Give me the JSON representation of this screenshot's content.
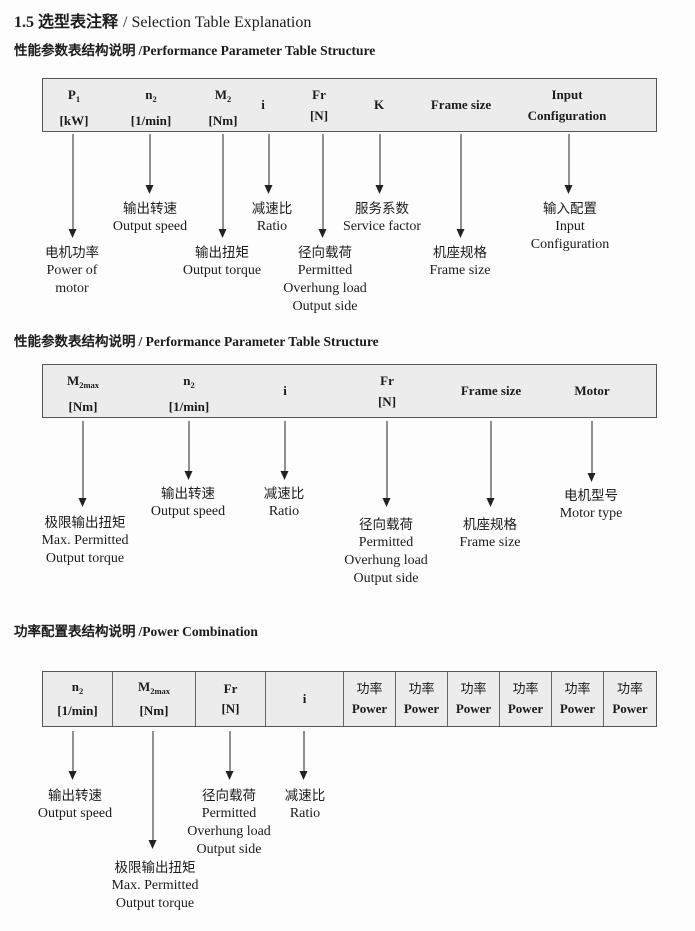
{
  "page": {
    "title_zh": "1.5 选型表注释",
    "title_en": "/ Selection Table Explanation"
  },
  "colors": {
    "table_bg": "#ececec",
    "table_border": "#555555",
    "arrow": "#222222",
    "text": "#1b1b1b"
  },
  "sections": [
    {
      "title_zh": "性能参数表结构说明",
      "title_en": "/Performance Parameter Table Structure"
    },
    {
      "title_zh": "性能参数表结构说明",
      "title_en": "/ Performance Parameter Table Structure"
    },
    {
      "title_zh": "功率配置表结构说明",
      "title_en": "/Power Combination"
    }
  ],
  "table1": {
    "columns": [
      {
        "line1": "P",
        "sub": "1",
        "line2": "[kW]"
      },
      {
        "line1": "n",
        "sub": "2",
        "line2": "[1/min]"
      },
      {
        "line1": "M",
        "sub": "2",
        "line2": "[Nm]"
      },
      {
        "line1": "i"
      },
      {
        "line1": "Fr",
        "line2": "[N]"
      },
      {
        "line1": "K"
      },
      {
        "line1": "Frame size"
      },
      {
        "line1": "Input",
        "line2": "Configuration"
      }
    ]
  },
  "diagram1": {
    "callouts": [
      {
        "zh": "电机功率",
        "en": [
          "Power of",
          "motor"
        ]
      },
      {
        "zh": "输出转速",
        "en": [
          "Output speed"
        ]
      },
      {
        "zh": "输出扭矩",
        "en": [
          "Output torque"
        ]
      },
      {
        "zh": "减速比",
        "en": [
          "Ratio"
        ]
      },
      {
        "zh": "径向载荷",
        "en": [
          "Permitted",
          "Overhung load",
          "Output side"
        ]
      },
      {
        "zh": "服务系数",
        "en": [
          "Service factor"
        ]
      },
      {
        "zh": "机座规格",
        "en": [
          "Frame size"
        ]
      },
      {
        "zh": "输入配置",
        "en": [
          "Input",
          "Configuration"
        ]
      }
    ]
  },
  "table2": {
    "columns": [
      {
        "line1": "M",
        "sub": "2max",
        "line2": "[Nm]"
      },
      {
        "line1": "n",
        "sub": "2",
        "line2": "[1/min]"
      },
      {
        "line1": "i"
      },
      {
        "line1": "Fr",
        "line2": "[N]"
      },
      {
        "line1": "Frame size"
      },
      {
        "line1": "Motor"
      }
    ]
  },
  "diagram2": {
    "callouts": [
      {
        "zh": "极限输出扭矩",
        "en": [
          "Max. Permitted",
          "Output torque"
        ]
      },
      {
        "zh": "输出转速",
        "en": [
          "Output speed"
        ]
      },
      {
        "zh": "减速比",
        "en": [
          "Ratio"
        ]
      },
      {
        "zh": "径向载荷",
        "en": [
          "Permitted",
          "Overhung load",
          "Output side"
        ]
      },
      {
        "zh": "机座规格",
        "en": [
          "Frame size"
        ]
      },
      {
        "zh": "电机型号",
        "en": [
          "Motor type"
        ]
      }
    ]
  },
  "table3": {
    "columns": [
      {
        "line1": "n",
        "sub": "2",
        "line2": "[1/min]"
      },
      {
        "line1": "M",
        "sub": "2max",
        "line2": "[Nm]"
      },
      {
        "line1": "Fr",
        "line2": "[N]"
      },
      {
        "line1": "i"
      }
    ],
    "power_column": {
      "zh": "功率",
      "en": "Power"
    },
    "power_column_count": 6
  },
  "diagram3": {
    "callouts": [
      {
        "zh": "输出转速",
        "en": [
          "Output speed"
        ]
      },
      {
        "zh": "极限输出扭矩",
        "en": [
          "Max. Permitted",
          "Output torque"
        ]
      },
      {
        "zh": "径向载荷",
        "en": [
          "Permitted",
          "Overhung load",
          "Output side"
        ]
      },
      {
        "zh": "减速比",
        "en": [
          "Ratio"
        ]
      }
    ]
  }
}
